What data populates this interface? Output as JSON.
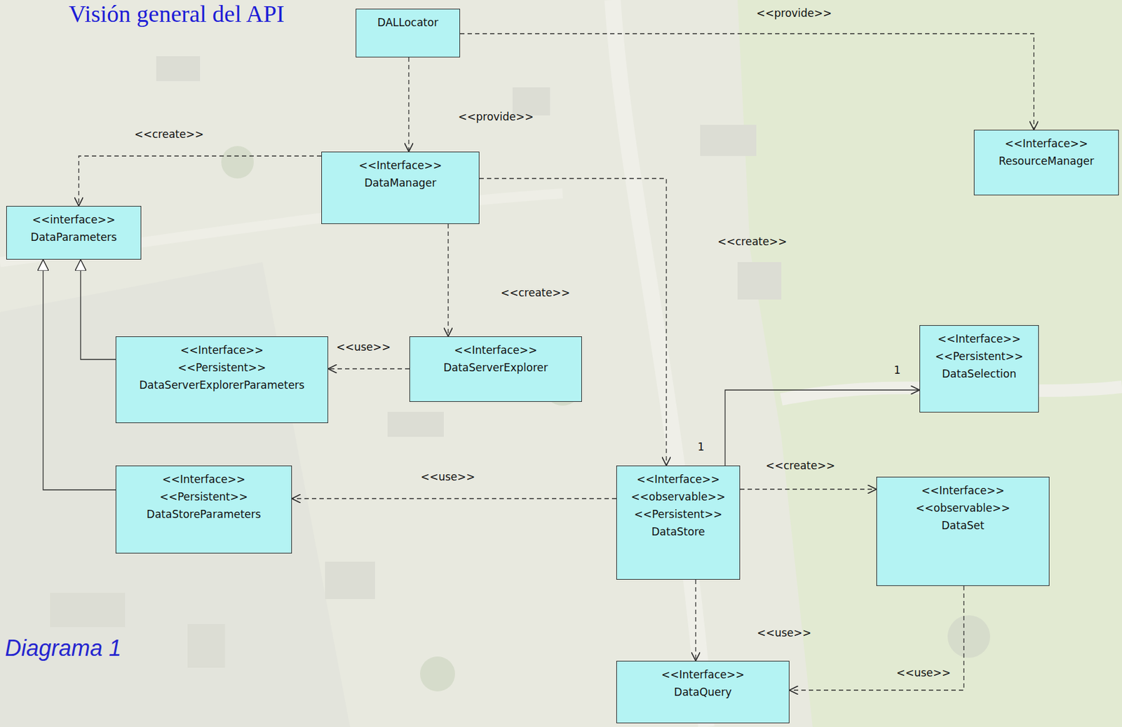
{
  "diagram": {
    "title": "Visión general del API",
    "caption": "Diagrama 1",
    "nodes": [
      {
        "text": [
          "DALLocator"
        ]
      },
      {
        "text": [
          "<<Interface>>",
          "ResourceManager"
        ]
      },
      {
        "text": [
          "<<Interface>>",
          "DataManager"
        ]
      },
      {
        "text": [
          "<<interface>>",
          "DataParameters"
        ]
      },
      {
        "text": [
          "<<Interface>>",
          "<<Persistent>>",
          "DataSelection"
        ]
      },
      {
        "text": [
          "<<Interface>>",
          "<<Persistent>>",
          "DataServerExplorerParameters"
        ]
      },
      {
        "text": [
          "<<Interface>>",
          "DataServerExplorer"
        ]
      },
      {
        "text": [
          "<<Interface>>",
          "<<Persistent>>",
          "DataStoreParameters"
        ]
      },
      {
        "text": [
          "<<Interface>>",
          "<<observable>>",
          "<<Persistent>>",
          "DataStore"
        ]
      },
      {
        "text": [
          "<<Interface>>",
          "<<observable>>",
          "DataSet"
        ]
      },
      {
        "text": [
          "<<Interface>>",
          "DataQuery"
        ]
      }
    ],
    "edges": [
      {
        "from": 0,
        "to": 1,
        "label": "<<provide>>",
        "arrow": "to"
      },
      {
        "from": 0,
        "to": 2,
        "label": "<<provide>>",
        "arrow": "to"
      },
      {
        "from": 2,
        "to": 3,
        "label": "<<create>>",
        "arrow": "to"
      },
      {
        "from": 2,
        "to": 6,
        "label": "<<create>>",
        "arrow": "to"
      },
      {
        "from": 2,
        "to": 8,
        "label": "<<create>>",
        "arrow": "to"
      },
      {
        "from": 6,
        "to": 5,
        "label": "<<use>>",
        "arrow": "to"
      },
      {
        "from": 8,
        "to": 7,
        "label": "<<use>>",
        "arrow": "to"
      },
      {
        "from": 8,
        "to": 4,
        "arrow": "to"
      },
      {
        "from": 8,
        "to": 9,
        "label": "<<create>>",
        "arrow": "to"
      },
      {
        "from": 8,
        "to": 10,
        "label": "<<use>>",
        "arrow": "to"
      },
      {
        "from": 9,
        "to": 10,
        "label": "<<use>>",
        "arrow": "to"
      },
      {
        "from": 5,
        "to": 3,
        "arrow": "to"
      },
      {
        "from": 7,
        "to": 3,
        "arrow": "to"
      }
    ],
    "labels": [
      "1",
      "1"
    ]
  }
}
